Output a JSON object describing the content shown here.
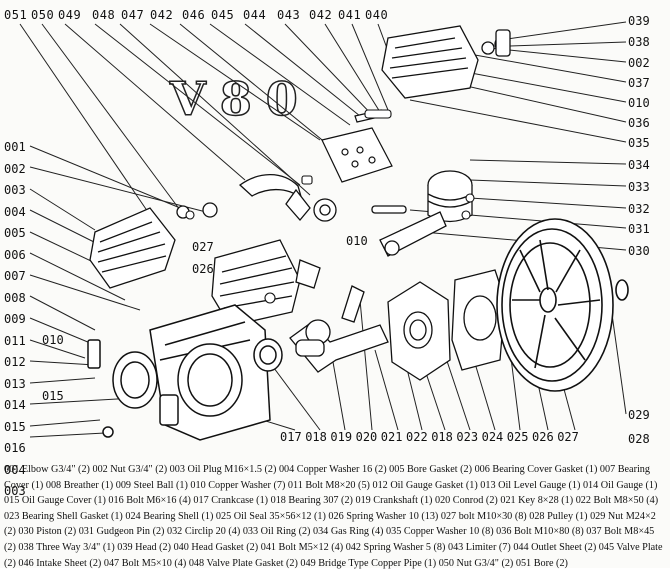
{
  "model": "V80",
  "top_labels": [
    "051",
    "050",
    "049",
    "048",
    "047",
    "042",
    "046",
    "045",
    "044",
    "043",
    "042",
    "041",
    "040"
  ],
  "left_labels": [
    "001",
    "002",
    "003",
    "004",
    "005",
    "006",
    "007",
    "008",
    "009",
    "011",
    "012",
    "013",
    "014",
    "015",
    "016",
    "004",
    "003"
  ],
  "right_labels": [
    "039",
    "038",
    "002",
    "037",
    "010",
    "036",
    "035",
    "034",
    "033",
    "032",
    "031",
    "030",
    "029",
    "028"
  ],
  "bottom_labels": [
    "017",
    "018",
    "019",
    "020",
    "021",
    "022",
    "018",
    "023",
    "024",
    "025",
    "026",
    "027"
  ],
  "inner_labels": {
    "l027": "027",
    "l026": "026",
    "l010a": "010",
    "l010b": "010",
    "l015": "015"
  },
  "legend": "001 Elbow G3/4\" (2) 002 Nut G3/4\" (2) 003 Oil Plug M16×1.5 (2) 004 Copper Washer 16 (2) 005 Bore Gasket (2) 006 Bearing Cover Gasket (1) 007 Bearing Cover (1) 008 Breather (1) 009 Steel Ball (1) 010 Copper Washer (7) 011 Bolt M8×20 (5) 012 Oil Gauge Gasket (1) 013 Oil Level Gauge (1) 014 Oil Gauge (1) 015 Oil Gauge Cover (1) 016 Bolt M6×16 (4) 017 Crankcase (1) 018 Bearing 307 (2) 019 Crankshaft (1) 020 Conrod (2) 021 Key 8×28 (1) 022 Bolt M8×50 (4) 023 Bearing Shell Gasket (1) 024 Bearing Shell (1) 025 Oil Seal 35×56×12 (1) 026 Spring Washer 10 (13) 027 bolt M10×30 (8) 028 Pulley (1) 029 Nut M24×2 (2) 030 Piston (2) 031 Gudgeon Pin (2) 032 Circlip 20 (4) 033 Oil Ring (2) 034 Gas Ring (4) 035 Copper Washer 10 (8) 036 Bolt M10×80 (8) 037 Bolt M8×45 (2) 038 Three Way 3/4\" (1) 039 Head (2) 040 Head Gasket (2) 041 Bolt M5×12 (4) 042 Spring Washer 5 (8) 043 Limiter (7) 044 Outlet Sheet (2) 045 Valve Plate (2) 046 Intake Sheet (2) 047 Bolt M5×10 (4) 048 Valve Plate Gasket (2) 049 Bridge Type Copper Pipe (1) 050 Nut G3/4\" (2) 051 Bore (2)"
}
